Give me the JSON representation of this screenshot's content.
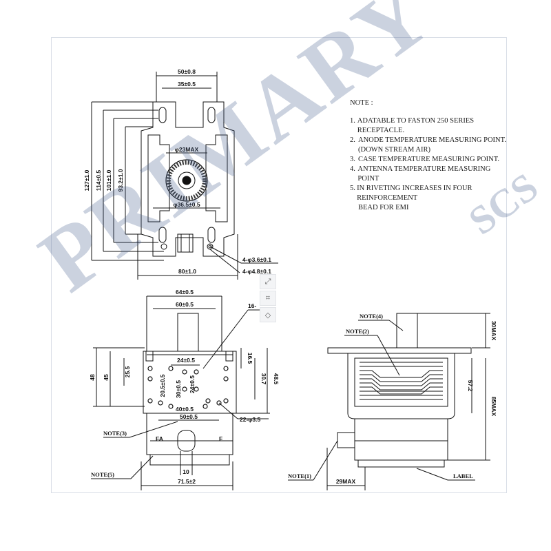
{
  "notes": {
    "header": "NOTE :",
    "items": [
      {
        "num": "1.",
        "text": "ADATABLE TO FASTON 250 SERIES RECEPTACLE."
      },
      {
        "num": "2.",
        "text": "ANODE TEMPERATURE MEASURING POINT.",
        "cont": "(DOWN STREAM AIR)"
      },
      {
        "num": "3.",
        "text": "CASE TEMPERATURE MEASURING POINT."
      },
      {
        "num": "4.",
        "text": "ANTENNA TEMPERATURE MEASURING POINT"
      },
      {
        "num": "5.",
        "text": "IN RIVETING INCREASES IN FOUR REINFORCEMENT",
        "cont": "BEAD FOR EMI"
      }
    ]
  },
  "top_view": {
    "dim_width_outer": "50±0.8",
    "dim_width_inner": "35±0.5",
    "dim_antenna": "φ23MAX",
    "dim_bolt_circle": "φ36.5±0.5",
    "dim_height_127": "127±1.0",
    "dim_height_114": "114±0.5",
    "dim_height_101": "101±1.0",
    "dim_height_93": "93.2±1.0",
    "dim_holes_a": "4-φ3.6±0.1",
    "dim_holes_b": "4-φ4.8±0.1",
    "dim_base_width": "80±1.0"
  },
  "front_view": {
    "dim_64": "64±0.5",
    "dim_60": "60±0.5",
    "dim_16": "16-",
    "dim_24a": "24±0.5",
    "dim_16_5": "16.5",
    "dim_30_7": "30.7",
    "dim_48_5": "48.5",
    "dim_48": "48",
    "dim_45": "45",
    "dim_25_5": "25.5",
    "dim_20_5": "20.5±0.5",
    "dim_30": "30±0.5",
    "dim_24b": "24±0.5",
    "dim_40": "40±0.5",
    "dim_50": "50±0.5",
    "dim_22": "22-φ3.5",
    "dim_fa": "FA",
    "dim_f": "F",
    "dim_10": "10",
    "dim_71_5": "71.5±2",
    "note3": "NOTE(3)",
    "note5": "NOTE(5)"
  },
  "side_view": {
    "note4": "NOTE(4)",
    "note2": "NOTE(2)",
    "note1": "NOTE(1)",
    "dim_30max": "30MAX",
    "dim_57_2": "57.2",
    "dim_85max": "85MAX",
    "dim_29max": "29MAX",
    "label": "LABEL"
  },
  "watermark": {
    "main": "PRIMARY",
    "sub": "SCS"
  },
  "colors": {
    "watermark": "#465c8c",
    "line": "#111111"
  }
}
